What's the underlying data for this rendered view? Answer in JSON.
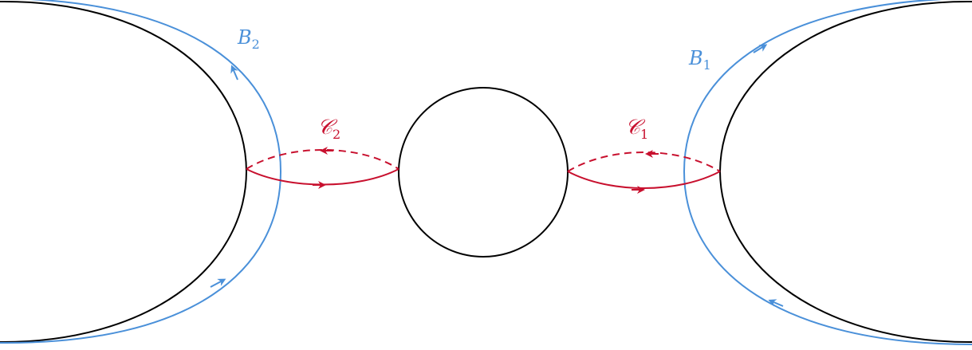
{
  "labels": {
    "b2": {
      "main": "B",
      "sub": "2"
    },
    "b1": {
      "main": "B",
      "sub": "1"
    },
    "c2": {
      "main": "𝒞",
      "sub": "2"
    },
    "c1": {
      "main": "𝒞",
      "sub": "1"
    }
  },
  "colors": {
    "boundary": "#000000",
    "b_cycle": "#4a90d9",
    "c_cycle": "#c8102e"
  }
}
